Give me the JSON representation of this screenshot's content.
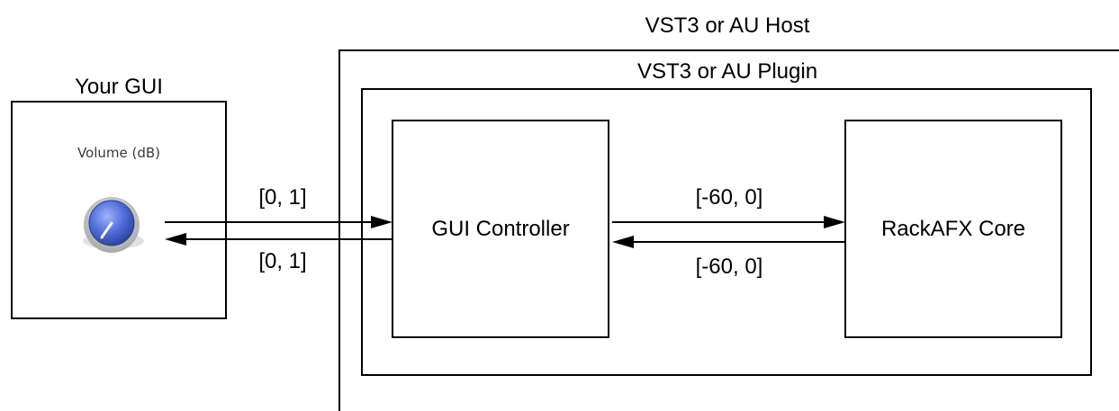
{
  "host": {
    "title": "VST3 or AU Host"
  },
  "plugin": {
    "title": "VST3 or AU Plugin"
  },
  "gui": {
    "title": "Your GUI",
    "knob_label": "Volume (dB)"
  },
  "gui_controller": {
    "label": "GUI Controller"
  },
  "core": {
    "label": "RackAFX Core"
  },
  "arrows": {
    "gui_to_controller": "[0, 1]",
    "controller_to_gui": "[0, 1]",
    "controller_to_core": "[-60, 0]",
    "core_to_controller": "[-60, 0]"
  },
  "colors": {
    "knob": "#4f6bd8"
  }
}
